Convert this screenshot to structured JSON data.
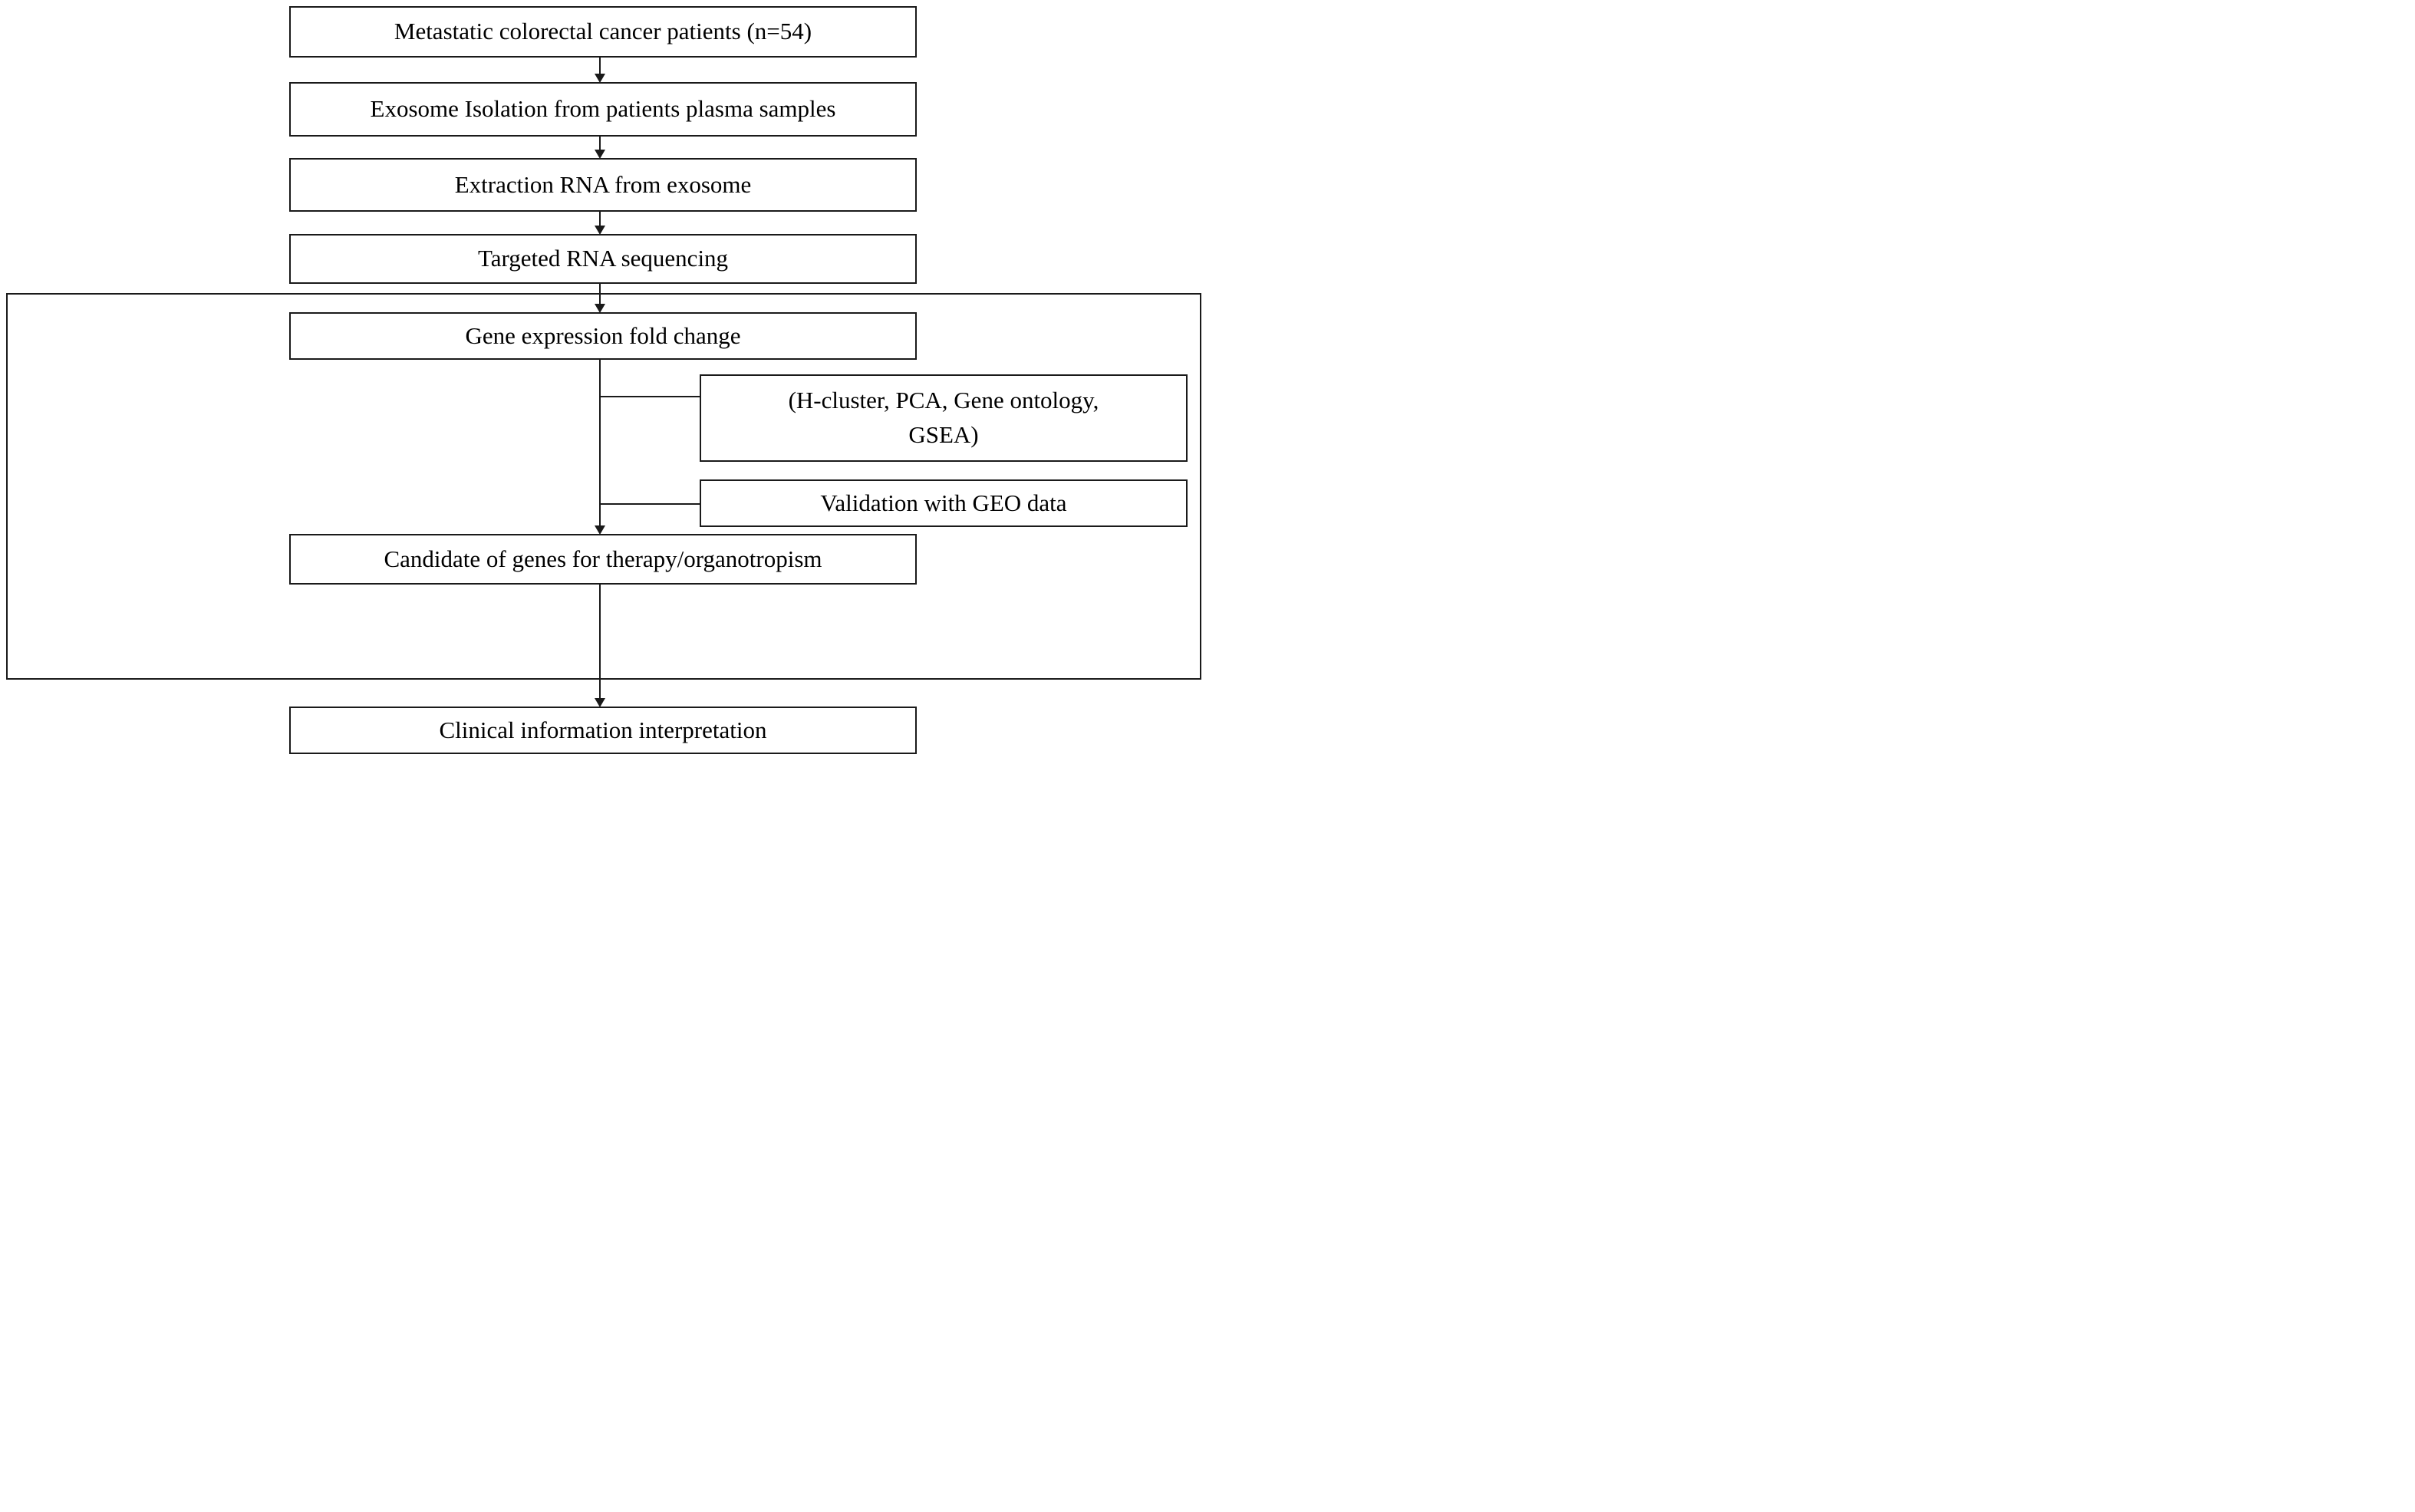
{
  "colors": {
    "stroke": "#1a1a1a",
    "background": "#ffffff",
    "text": "#000000"
  },
  "flowchart": {
    "nodes": {
      "patients": {
        "label": "Metastatic colorectal cancer patients (n=54)"
      },
      "exosome_isolation": {
        "label": "Exosome Isolation from patients plasma samples"
      },
      "rna_extraction": {
        "label": "Extraction RNA from exosome"
      },
      "rna_sequencing": {
        "label": "Targeted RNA sequencing"
      },
      "fold_change": {
        "label": "Gene expression fold change"
      },
      "analysis_methods": {
        "line1": "(H-cluster, PCA, Gene ontology,",
        "line2": "GSEA)"
      },
      "geo_validation": {
        "label": "Validation with GEO data"
      },
      "candidate_genes": {
        "label": "Candidate of genes for therapy/organotropism"
      },
      "clinical_interpretation": {
        "label": "Clinical information interpretation"
      }
    }
  }
}
